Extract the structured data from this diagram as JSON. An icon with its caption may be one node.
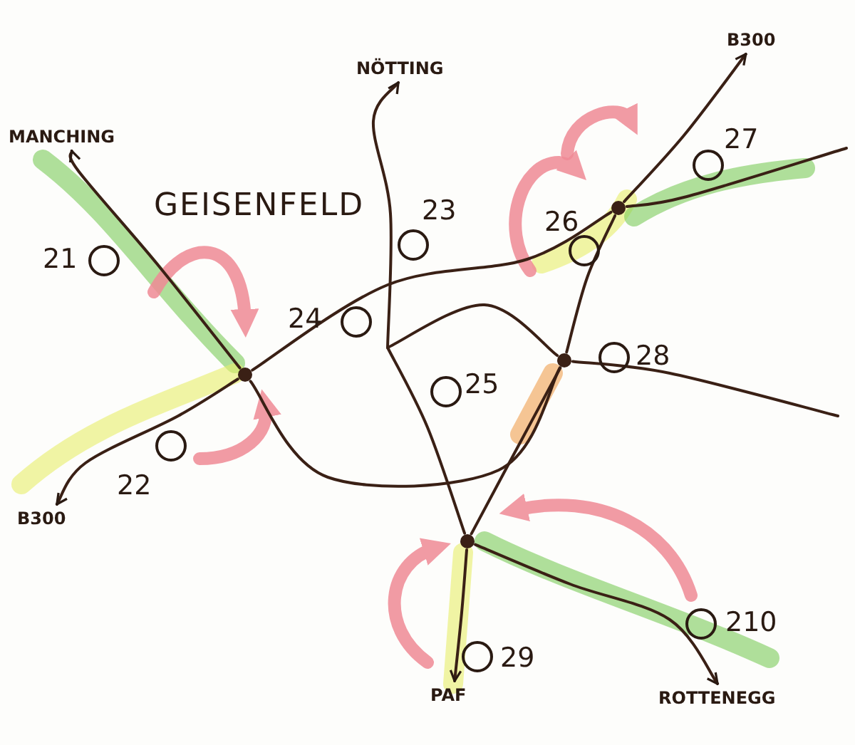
{
  "diagram": {
    "nodes": [
      {
        "text": [
          "MANCHING"
        ]
      },
      {
        "text": [
          "NÖTTING"
        ]
      },
      {
        "text": [
          "B300"
        ]
      },
      {
        "text": [
          "B300"
        ]
      },
      {
        "text": [
          "PAF"
        ]
      },
      {
        "text": [
          "ROTTENEGG"
        ]
      },
      {
        "text": [],
        "shape": "circle"
      },
      {
        "text": [],
        "shape": "circle"
      },
      {
        "text": [],
        "shape": "circle"
      },
      {
        "text": [],
        "shape": "circle"
      },
      {
        "text": [],
        "shape": "circle",
        "beside": [
          "21"
        ]
      },
      {
        "text": [],
        "shape": "circle",
        "beside": [
          "22"
        ]
      },
      {
        "text": [],
        "shape": "circle",
        "beside": [
          "23"
        ]
      },
      {
        "text": [],
        "shape": "circle",
        "beside": [
          "24"
        ]
      },
      {
        "text": [],
        "shape": "circle",
        "beside": [
          "25"
        ]
      },
      {
        "text": [],
        "shape": "circle",
        "beside": [
          "26"
        ]
      },
      {
        "text": [],
        "shape": "circle",
        "beside": [
          "27"
        ]
      },
      {
        "text": [],
        "shape": "circle",
        "beside": [
          "28"
        ]
      },
      {
        "text": [],
        "shape": "circle",
        "beside": [
          "29"
        ]
      },
      {
        "text": [],
        "shape": "circle",
        "beside": [
          "210"
        ]
      }
    ],
    "edges": [
      {
        "from": 6,
        "to": 0,
        "arrow": "to"
      },
      {
        "from": 6,
        "to": 3,
        "arrow": "to"
      },
      {
        "from": 7,
        "to": 2,
        "arrow": "to"
      },
      {
        "from": null,
        "to": 1,
        "arrow": "to"
      },
      {
        "from": 9,
        "to": 4,
        "arrow": "to"
      },
      {
        "from": 9,
        "to": 5,
        "arrow": "to"
      },
      {
        "from": 7,
        "to": null,
        "arrow": "none"
      },
      {
        "from": 8,
        "to": null,
        "arrow": "none"
      },
      {
        "from": 6,
        "to": 7,
        "arrow": "none"
      },
      {
        "from": 6,
        "to": 8,
        "arrow": "none"
      },
      {
        "from": 7,
        "to": 8,
        "arrow": "none"
      },
      {
        "from": 8,
        "to": 9,
        "arrow": "none"
      },
      {
        "from": null,
        "to": 9,
        "arrow": "none"
      },
      {
        "from": null,
        "to": 8,
        "arrow": "none"
      }
    ],
    "labels": [
      "GEISENFELD"
    ]
  }
}
